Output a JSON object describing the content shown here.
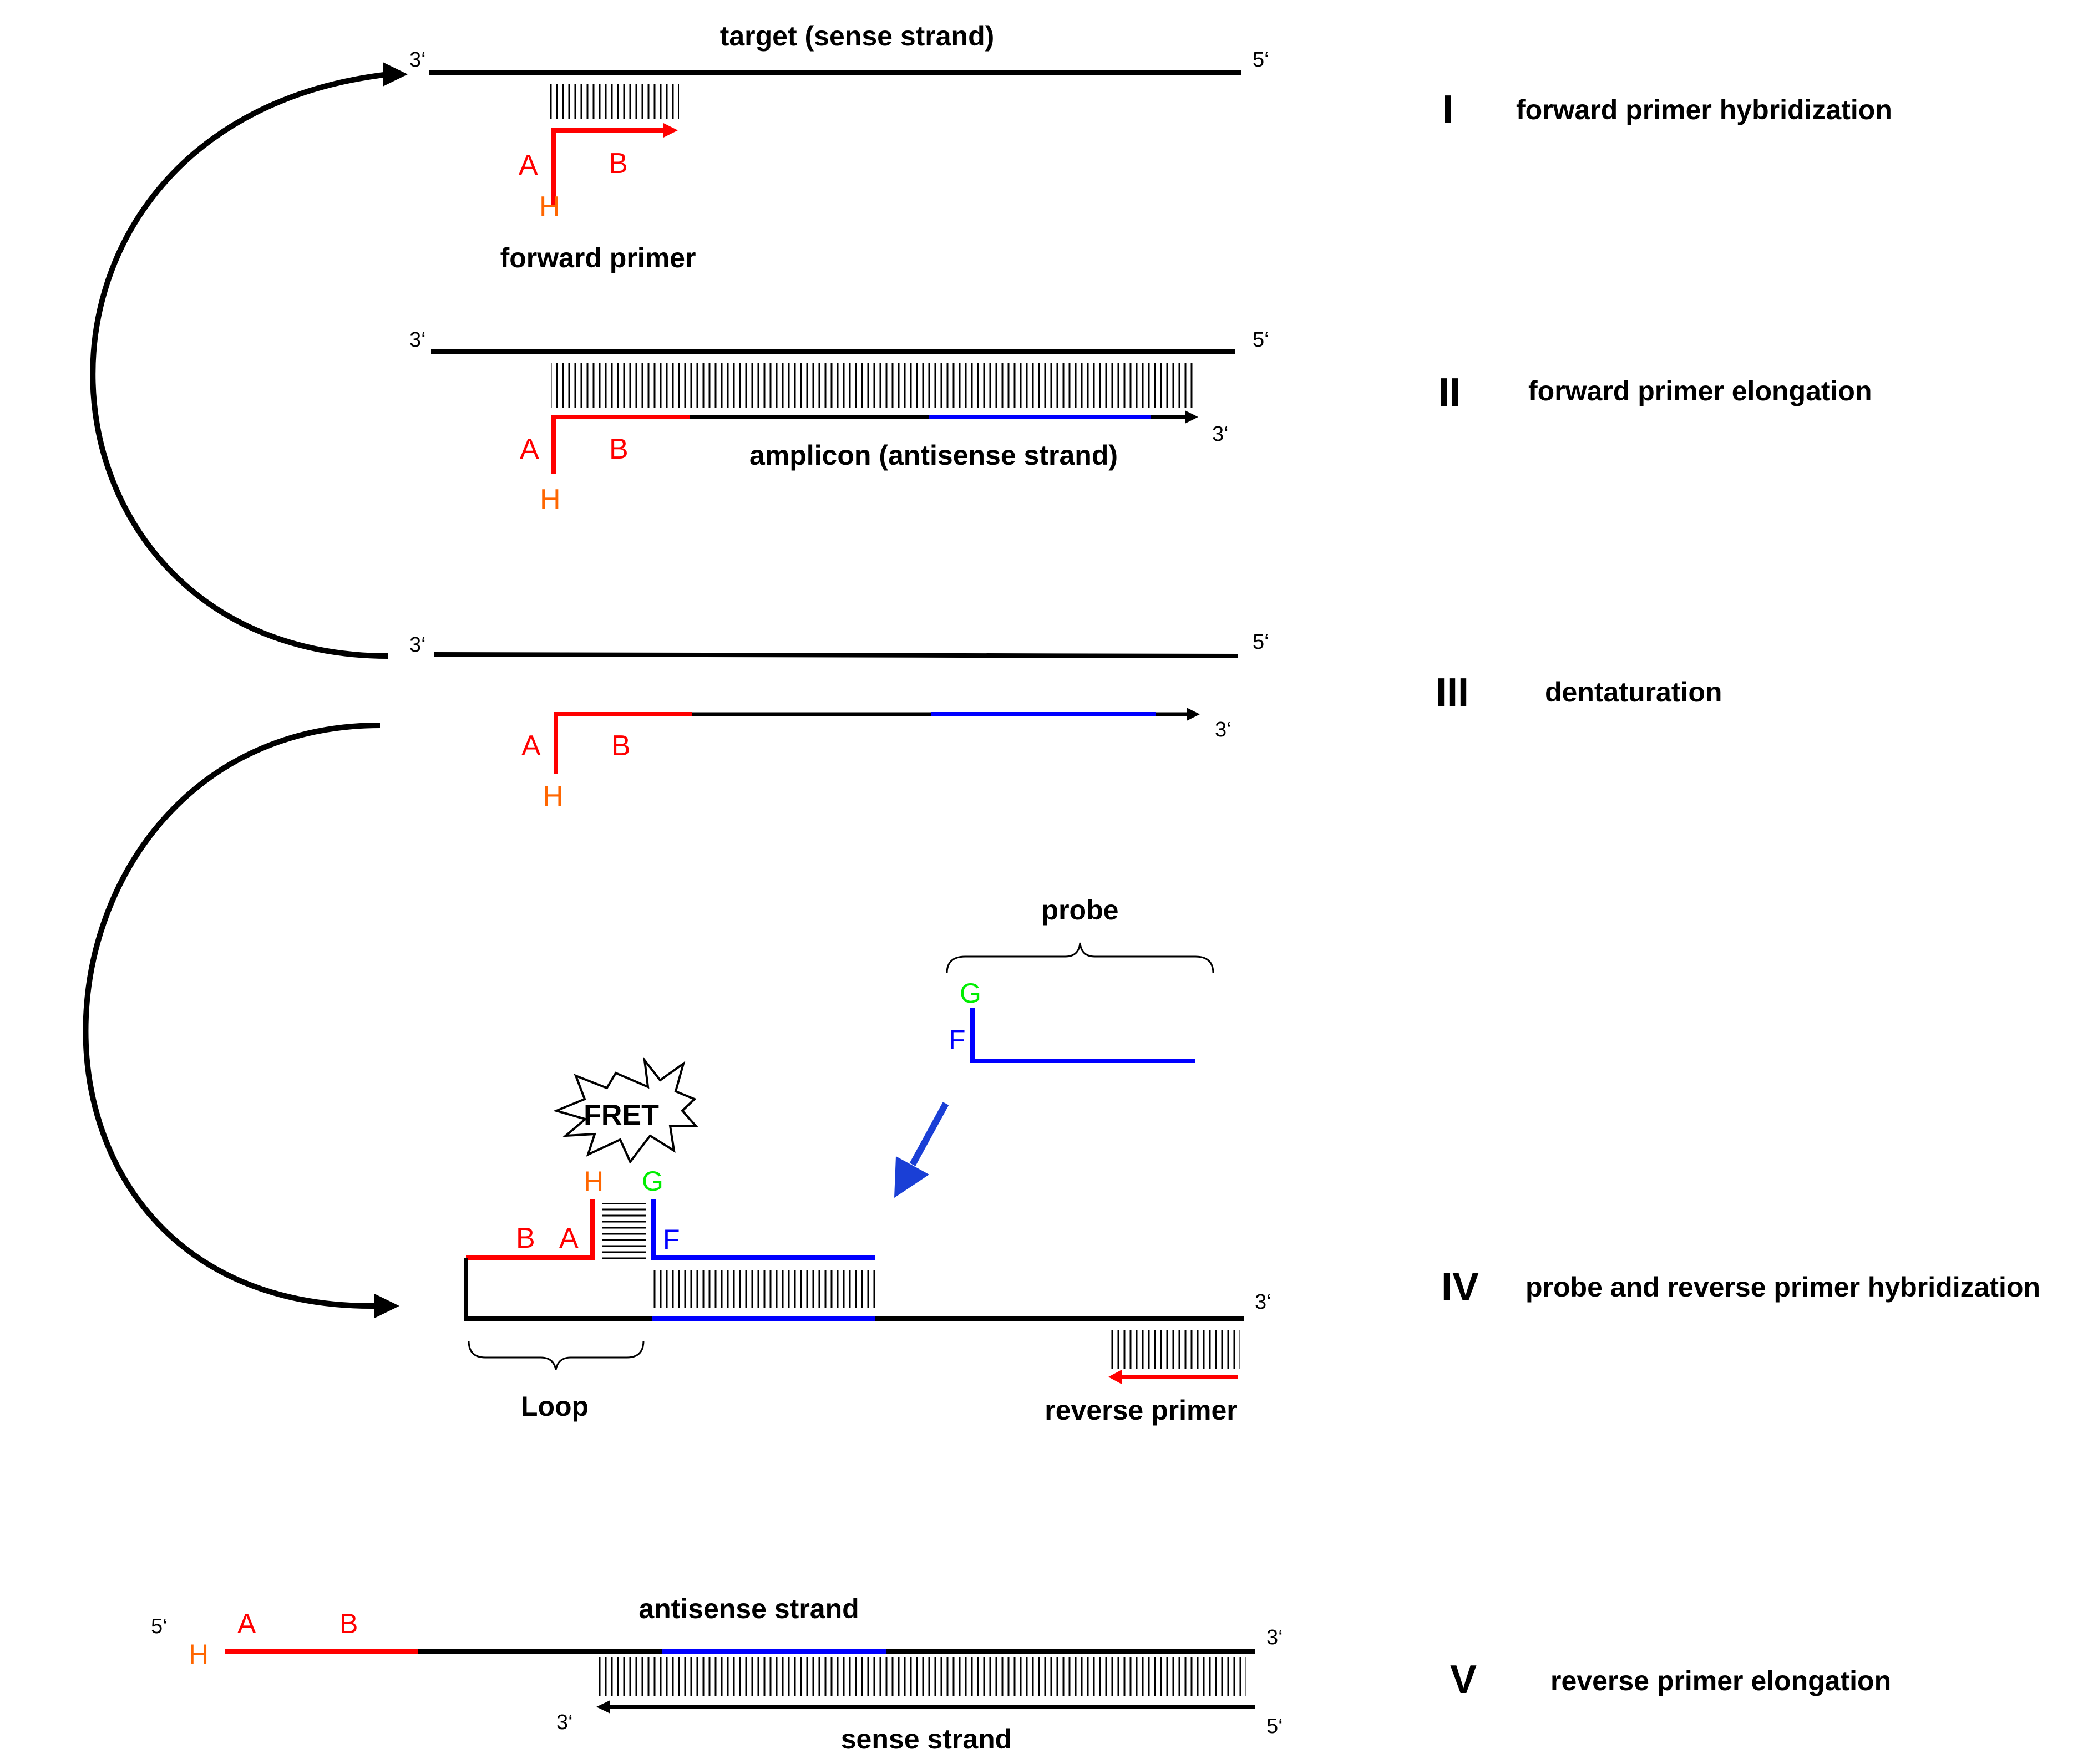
{
  "colors": {
    "strand": "#000000",
    "primer_red": "#ff0000",
    "probe_blue": "#0000ff",
    "arrow_blue": "#1a3fd6",
    "label_h": "#ff6600",
    "label_g": "#00ee00",
    "label_f": "#0000ff",
    "label_ab": "#ff0000"
  },
  "steps": [
    {
      "numeral": "I",
      "label": "forward primer hybridization"
    },
    {
      "numeral": "II",
      "label": "forward primer elongation"
    },
    {
      "numeral": "III",
      "label": "dentaturation"
    },
    {
      "numeral": "IV",
      "label": "probe and reverse primer hybridization"
    },
    {
      "numeral": "V",
      "label": "reverse primer elongation"
    }
  ],
  "labels": {
    "target": "target (sense strand)",
    "forward_primer": "forward primer",
    "amplicon": "amplicon (antisense strand)",
    "probe": "probe",
    "fret": "FRET",
    "loop": "Loop",
    "reverse_primer": "reverse primer",
    "antisense_strand": "antisense strand",
    "sense_strand": "sense strand"
  },
  "ends": {
    "three_prime": "3‘",
    "five_prime": "5‘"
  },
  "letters": {
    "a": "A",
    "b": "B",
    "h": "H",
    "f": "F",
    "g": "G"
  }
}
